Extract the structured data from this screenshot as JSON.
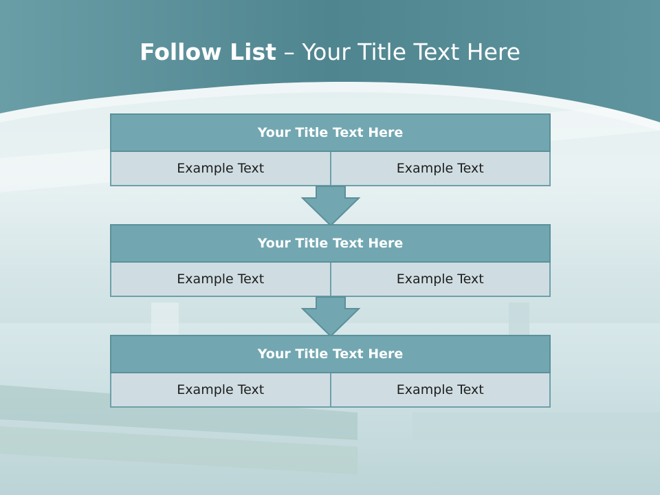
{
  "slide": {
    "title_bold": "Follow List",
    "title_rest": " – Your Title Text Here",
    "colors": {
      "header": "#72a7b1",
      "cell": "#cfdde2",
      "border": "#5b9099",
      "arrow": "#72a7b1",
      "banner": "#5d939d"
    }
  },
  "steps": [
    {
      "title": "Your Title Text Here",
      "left": "Example Text",
      "right": "Example Text"
    },
    {
      "title": "Your Title Text Here",
      "left": "Example Text",
      "right": "Example Text"
    },
    {
      "title": "Your Title Text Here",
      "left": "Example Text",
      "right": "Example Text"
    }
  ],
  "arrows": [
    "down-arrow",
    "down-arrow"
  ]
}
